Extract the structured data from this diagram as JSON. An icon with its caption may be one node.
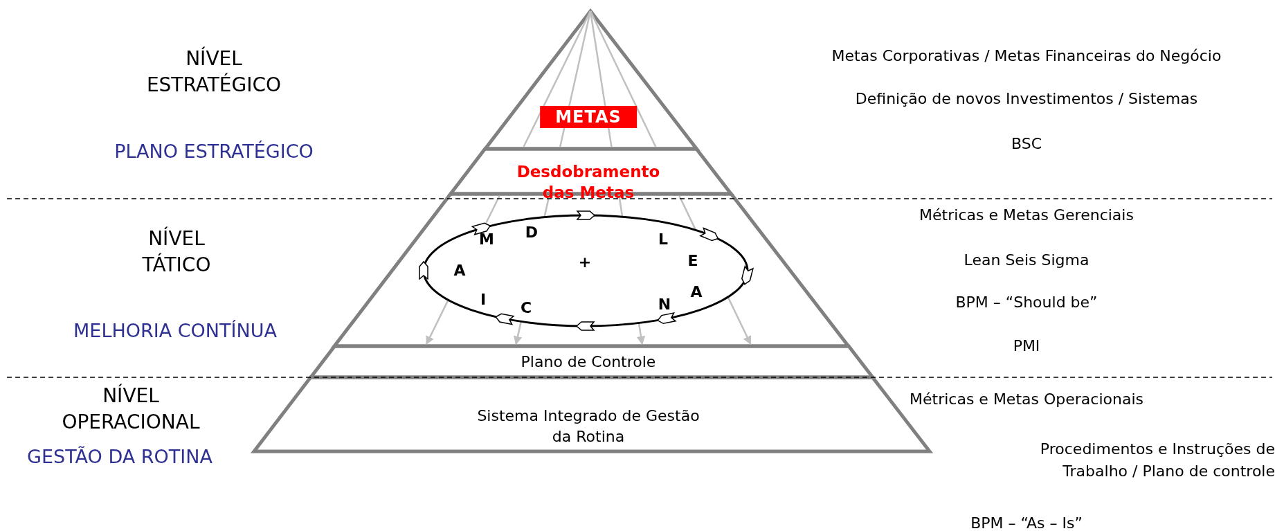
{
  "diagram": {
    "nodes": [
      {
        "text": [
          "METAS"
        ]
      },
      {
        "text": [
          "Desdobramento das Metas"
        ]
      },
      {
        "text": [
          "D",
          "M",
          "A",
          "I",
          "C",
          "L",
          "E",
          "A",
          "N",
          "+"
        ]
      },
      {
        "text": [
          "Plano de Controle"
        ]
      },
      {
        "text": [
          "Sistema Integrado de Gestão da Rotina"
        ]
      }
    ],
    "edges": [
      {
        "from": 0,
        "to": 1,
        "arrow": "none"
      },
      {
        "from": 0,
        "to": 1,
        "arrow": "none"
      },
      {
        "from": 0,
        "to": 1,
        "arrow": "none"
      },
      {
        "from": 0,
        "to": 1,
        "arrow": "none"
      },
      {
        "from": 1,
        "to": 2,
        "arrow": "none"
      },
      {
        "from": 1,
        "to": 2,
        "arrow": "none"
      },
      {
        "from": 1,
        "to": 2,
        "arrow": "none"
      },
      {
        "from": 1,
        "to": 2,
        "arrow": "none"
      },
      {
        "from": 2,
        "to": 3,
        "arrow": "to"
      },
      {
        "from": 2,
        "to": 3,
        "arrow": "to"
      },
      {
        "from": 2,
        "to": 3,
        "arrow": "to"
      },
      {
        "from": 2,
        "to": 3,
        "arrow": "to"
      }
    ],
    "labels": [
      "NÍVEL ESTRATÉGICO",
      "PLANO ESTRATÉGICO",
      "NÍVEL TÁTICO",
      "MELHORIA CONTÍNUA",
      "NÍVEL OPERACIONAL",
      "GESTÃO DA ROTINA",
      "Metas Corporativas / Metas Financeiras do Negócio",
      "Definição de novos Investimentos / Sistemas",
      "BSC",
      "Métricas e Metas Gerenciais",
      "Lean Seis Sigma",
      "BPM – “Should be”",
      "PMI",
      "Métricas e Metas Operacionais",
      "Procedimentos e Instruções de Trabalho / Plano de controle",
      "BPM – “As – Is”"
    ]
  }
}
